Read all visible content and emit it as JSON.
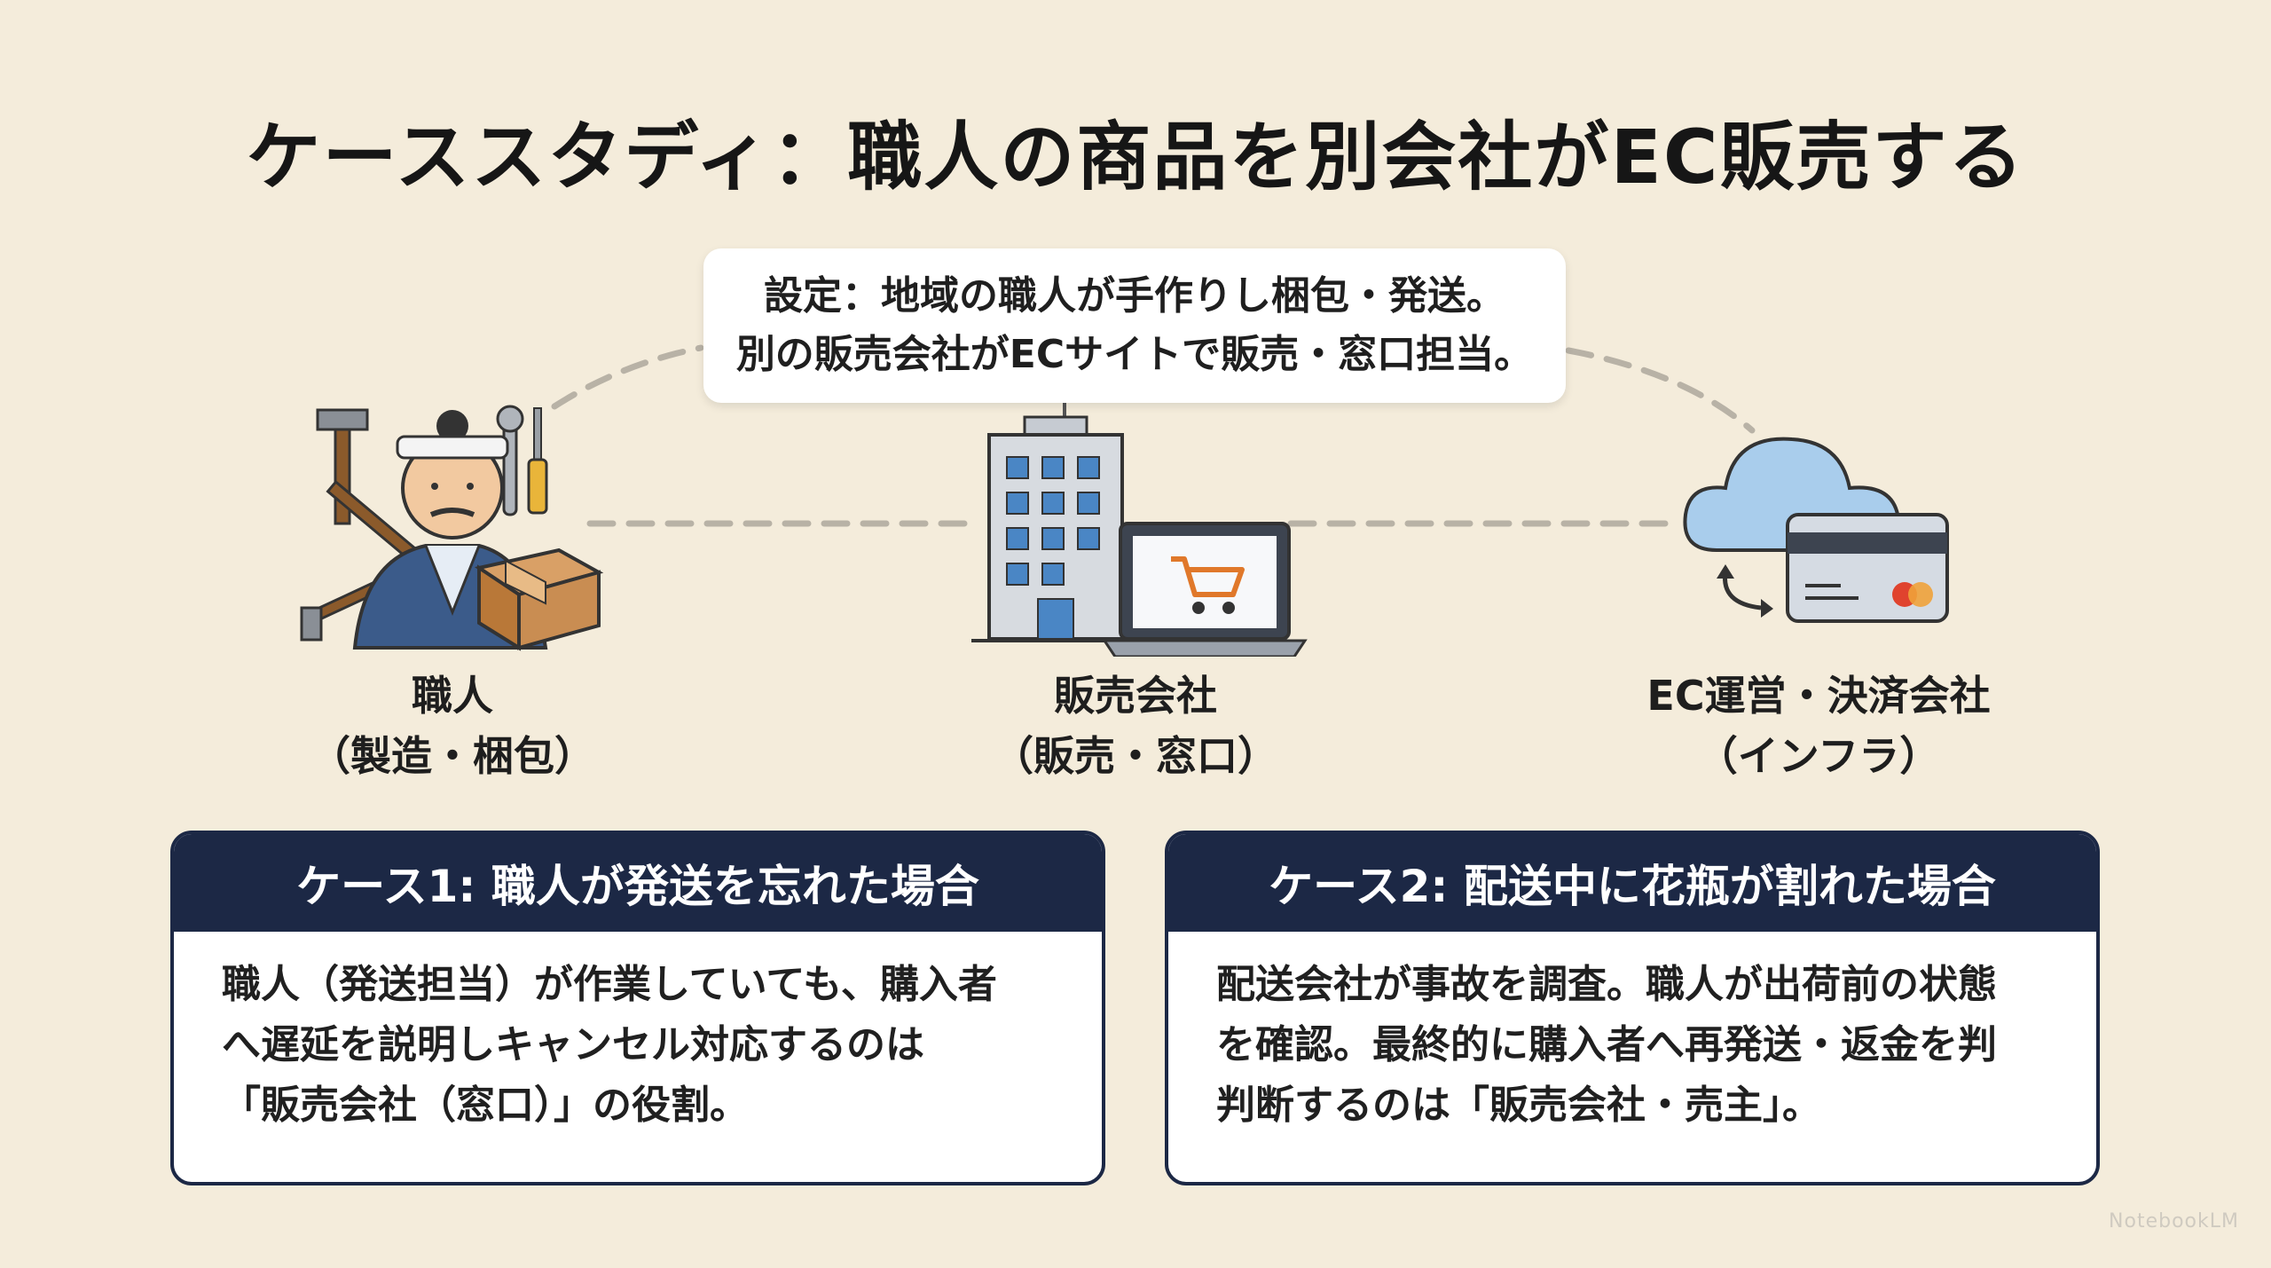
{
  "title": "ケーススタディ：職人の商品を別会社がEC販売する",
  "setting": {
    "line1": "設定：地域の職人が手作りし梱包・発送。",
    "line2": "別の販売会社がECサイトで販売・窓口担当。"
  },
  "actors": [
    {
      "name": "職人",
      "role": "（製造・梱包）",
      "icon": "craftsman-icon"
    },
    {
      "name": "販売会社",
      "role": "（販売・窓口）",
      "icon": "office-building-icon"
    },
    {
      "name": "EC運営・決済会社",
      "role": "（インフラ）",
      "icon": "cloud-payment-icon"
    }
  ],
  "cases": [
    {
      "title": "ケース1: 職人が発送を忘れた場合",
      "lines": [
        "職人（発送担当）が作業していても、購入者",
        "へ遅延を説明しキャンセル対応するのは",
        "「販売会社（窓口）」の役割。"
      ]
    },
    {
      "title": "ケース2: 配送中に花瓶が割れた場合",
      "lines": [
        "配送会社が事故を調査。職人が出荷前の状態",
        "を確認。最終的に購入者へ再発送・返金を判",
        "判断するのは「販売会社・売主」。"
      ]
    }
  ],
  "colors": {
    "background": "#f4ecdb",
    "navy": "#1c2845",
    "cloud": "#a9cdec",
    "box": "#c98d52"
  },
  "watermark": "NotebookLM"
}
